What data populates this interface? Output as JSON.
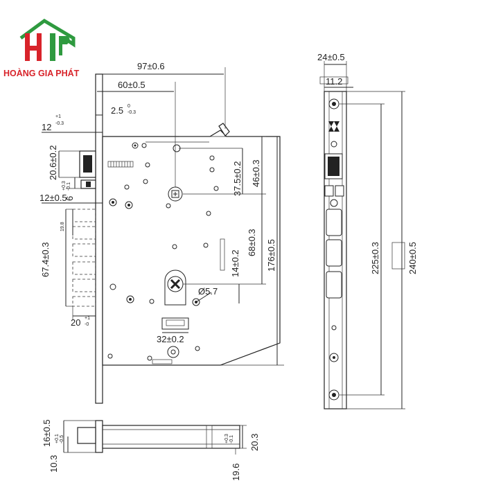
{
  "brand": {
    "name": "HOÀNG GIA PHÁT",
    "colors": {
      "red": "#d8232a",
      "green": "#2e9a3f"
    }
  },
  "front_view": {
    "dims": {
      "overall_width": "97±0.6",
      "backset": "60±0.5",
      "faceplate_offset": "2.5",
      "faceplate_offset_tol_top": "0",
      "faceplate_offset_tol_bot": "-0.3",
      "face_thickness": "12",
      "face_thickness_tol_top": "+1",
      "face_thickness_tol_bot": "-0.3",
      "latch_height": "20.6±0.2",
      "latch_gap": "6",
      "latch_gap_tol_top": "+0.3",
      "latch_gap_tol_bot": "-0.1",
      "latch_projection": "12±0.5",
      "deadbolt_block": "67.4±0.3",
      "deadbolt_pitch": "19.8",
      "deadbolt_depth": "20",
      "deadbolt_depth_tol_top": "+1",
      "deadbolt_depth_tol_bot": "-0",
      "spindle_to_top": "37.5±0.2",
      "upper_to_top": "46±0.3",
      "spindle_to_cylinder": "68±0.3",
      "cylinder_slot": "14±0.2",
      "body_height": "176±0.5",
      "screw_hole": "Ø5.7",
      "cylinder_width": "32±0.2"
    }
  },
  "side_view": {
    "dims": {
      "faceplate_width": "24±0.5",
      "inner_width": "11.2",
      "screw_pitch": "225±0.3",
      "faceplate_length": "240±0.5"
    }
  },
  "bottom_view": {
    "dims": {
      "height_a": "16±0.5",
      "height_b": "10.3",
      "height_b_tol_top": "+0.1",
      "height_b_tol_bot": "-0.5",
      "height_c": "19.6",
      "height_c_tol_top": "+0.3",
      "height_c_tol_bot": "-0.1",
      "height_d": "20.3"
    }
  }
}
